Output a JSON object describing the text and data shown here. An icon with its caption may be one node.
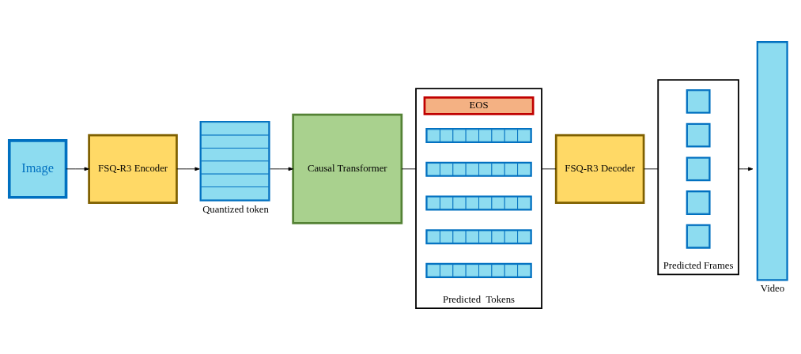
{
  "diagram": {
    "nodes": [
      {
        "text": [
          "Image"
        ]
      },
      {
        "text": [
          "FSQ-R3 Encoder"
        ]
      },
      {
        "text": [],
        "shape": "bar",
        "beside": [
          "Quantized token"
        ]
      },
      {
        "text": [
          "Causal Transformer"
        ]
      },
      {
        "text": [
          "Predicted  Tokens"
        ]
      },
      {
        "text": [],
        "shape": "bar",
        "in": 4
      },
      {
        "text": [],
        "shape": "bar",
        "in": 4
      },
      {
        "text": [],
        "shape": "bar",
        "in": 4
      },
      {
        "text": [],
        "shape": "bar",
        "in": 4
      },
      {
        "text": [],
        "shape": "bar",
        "in": 4
      },
      {
        "text": [
          "EOS"
        ],
        "in": 4
      },
      {
        "text": [
          "FSQ-R3 Decoder"
        ]
      },
      {
        "text": [
          "Predicted Frames"
        ]
      },
      {
        "text": [],
        "shape": "box",
        "in": 12
      },
      {
        "text": [],
        "shape": "box",
        "in": 12
      },
      {
        "text": [],
        "shape": "box",
        "in": 12
      },
      {
        "text": [],
        "shape": "box",
        "in": 12
      },
      {
        "text": [],
        "shape": "box",
        "in": 12
      },
      {
        "text": [],
        "shape": "bar",
        "beside": [
          "Video"
        ]
      }
    ],
    "edges": [
      {
        "from": 0,
        "to": 1,
        "arrow": "to"
      },
      {
        "from": 1,
        "to": 2,
        "arrow": "to"
      },
      {
        "from": 2,
        "to": 3,
        "arrow": "to"
      },
      {
        "from": 3,
        "to": 4,
        "arrow": "none"
      },
      {
        "from": 4,
        "to": 11,
        "arrow": "none"
      },
      {
        "from": 11,
        "to": 12,
        "arrow": "none"
      },
      {
        "from": 12,
        "to": 18,
        "arrow": "to"
      }
    ]
  }
}
